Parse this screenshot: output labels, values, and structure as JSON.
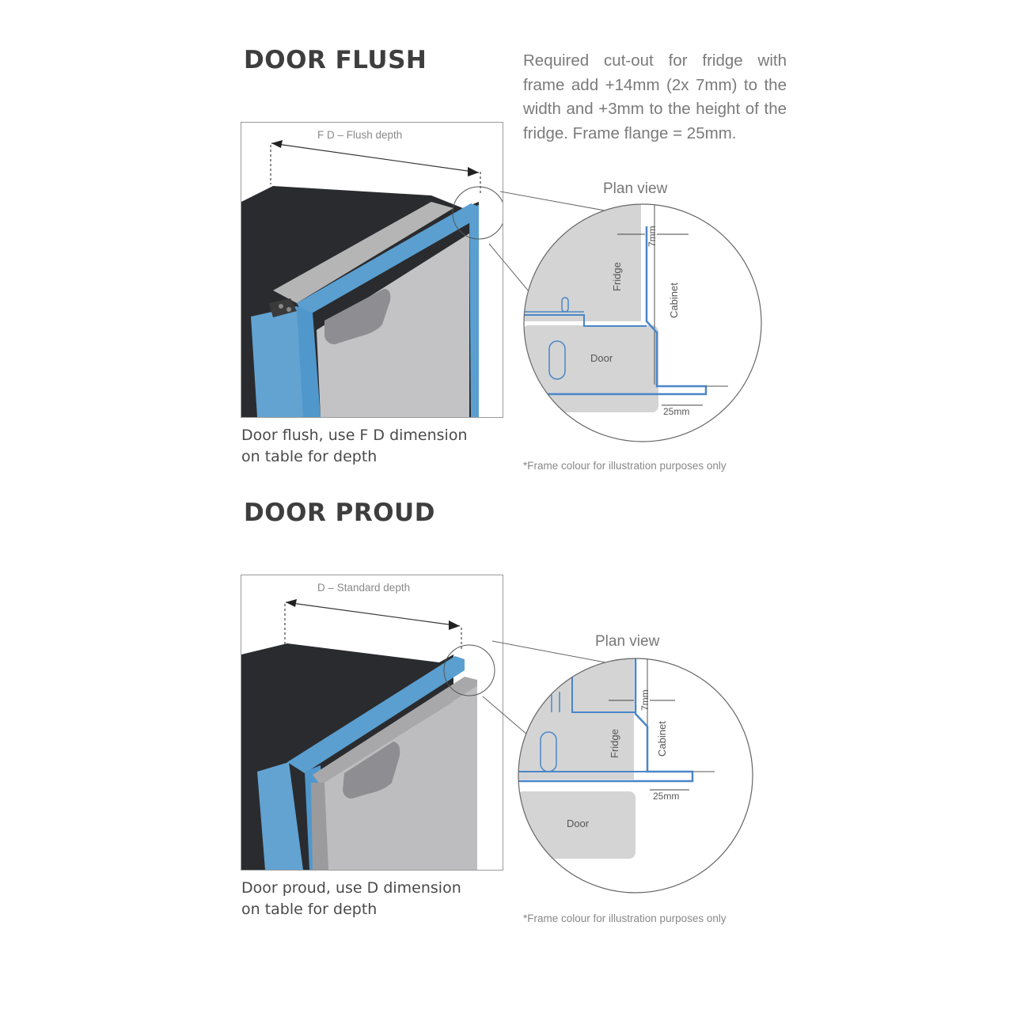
{
  "sections": [
    {
      "heading": "DOOR FLUSH",
      "note": "Required cut-out for fridge with frame add +14mm (2x 7mm) to the width and +3mm to the height of the fridge. Frame flange = 25mm.",
      "photo": {
        "dimension_label": "F D – Flush depth"
      },
      "plan_view": {
        "title": "Plan view",
        "labels": {
          "fridge": "Fridge",
          "cabinet": "Cabinet",
          "door": "Door",
          "gap": "7mm",
          "flange": "25mm"
        }
      },
      "caption_line1": "Door flush, use F D dimension",
      "caption_line2": "on table for depth",
      "footnote": "*Frame colour for illustration purposes only"
    },
    {
      "heading": "DOOR PROUD",
      "photo": {
        "dimension_label": "D – Standard depth"
      },
      "plan_view": {
        "title": "Plan view",
        "labels": {
          "fridge": "Fridge",
          "cabinet": "Cabinet",
          "door": "Door",
          "gap": "7mm",
          "flange": "25mm"
        }
      },
      "caption_line1": "Door proud, use D dimension",
      "caption_line2": "on table for depth",
      "footnote": "*Frame colour for illustration purposes only"
    }
  ],
  "colors": {
    "frame_blue": "#5a9fd0",
    "line_blue": "#4a86c8",
    "fridge_grey": "#d4d4d4",
    "cabinet_black": "#2a2b2e",
    "door_grey": "#b9b9bb",
    "heading": "#3e3e3e"
  }
}
